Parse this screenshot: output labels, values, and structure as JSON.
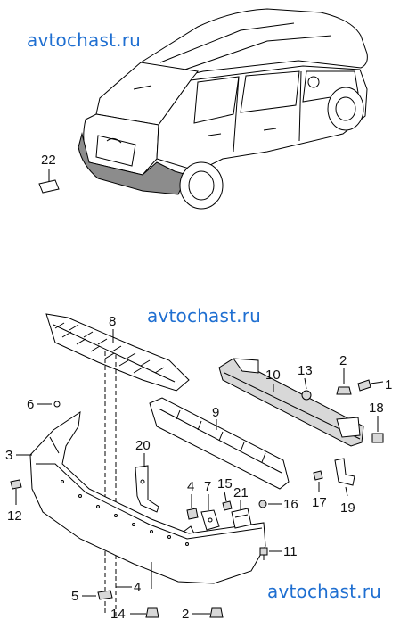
{
  "watermarks": [
    "avtochast.ru",
    "avtochast.ru",
    "avtochast.ru"
  ],
  "callouts": {
    "c22": "22",
    "c8": "8",
    "c10": "10",
    "c13": "13",
    "c2a": "2",
    "c1": "1",
    "c6": "6",
    "c9": "9",
    "c18": "18",
    "c3": "3",
    "c20": "20",
    "c4a": "4",
    "c7": "7",
    "c15": "15",
    "c21": "21",
    "c16": "16",
    "c17": "17",
    "c19": "19",
    "c12": "12",
    "c11": "11",
    "c5": "5",
    "c4b": "4",
    "c14": "14",
    "c2b": "2"
  }
}
